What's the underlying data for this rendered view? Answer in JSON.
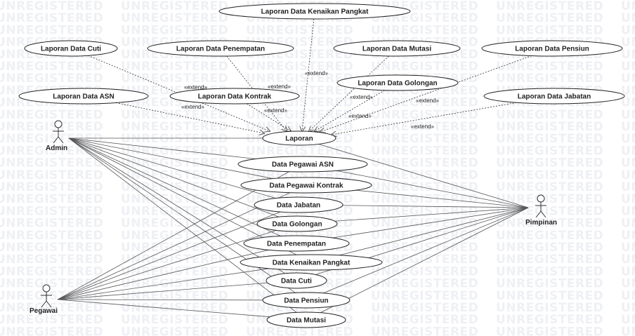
{
  "watermark": "UNREGISTERED",
  "stereotype": "«extend»",
  "actors": {
    "admin": "Admin",
    "pegawai": "Pegawai",
    "pimpinan": "Pimpinan"
  },
  "usecases": {
    "laporan": "Laporan",
    "lap_kenaikan": "Laporan Data Kenaikan Pangkat",
    "lap_cuti": "Laporan Data Cuti",
    "lap_penempatan": "Laporan Data Penempatan",
    "lap_mutasi": "Laporan Data Mutasi",
    "lap_pensiun": "Laporan Data Pensiun",
    "lap_asn": "Laporan Data ASN",
    "lap_kontrak": "Laporan Data Kontrak",
    "lap_golongan": "Laporan Data Golongan",
    "lap_jabatan": "Laporan Data Jabatan",
    "d_asn": "Data Pegawai ASN",
    "d_kontrak": "Data Pegawai Kontrak",
    "d_jabatan": "Data Jabatan",
    "d_golongan": "Data Golongan",
    "d_penempatan": "Data Penempatan",
    "d_kenaikan": "Data Kenaikan Pangkat",
    "d_cuti": "Data Cuti",
    "d_pensiun": "Data Pensiun",
    "d_mutasi": "Data Mutasi"
  }
}
